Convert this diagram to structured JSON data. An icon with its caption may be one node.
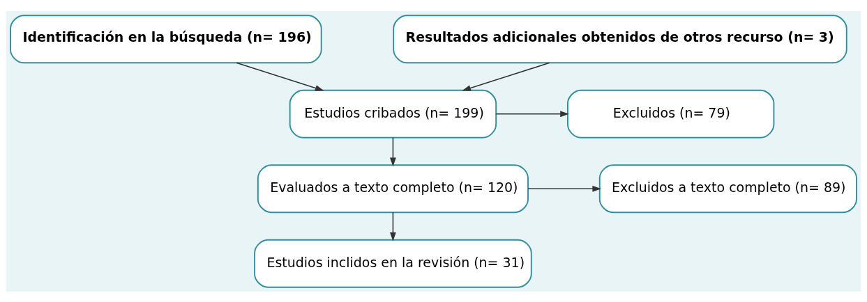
{
  "diagram": {
    "nodes": [
      {
        "text": [
          "Identificación en la búsqueda (n= 196)"
        ]
      },
      {
        "text": [
          "Resultados adicionales obtenidos de otros recurso (n= 3)"
        ]
      },
      {
        "text": [
          "Estudios cribados (n= 199)"
        ]
      },
      {
        "text": [
          "Excluidos (n= 79)"
        ]
      },
      {
        "text": [
          "Evaluados a texto completo (n= 120)"
        ]
      },
      {
        "text": [
          "Excluidos a texto completo (n= 89)"
        ]
      },
      {
        "text": [
          "Estudios inclidos en la revisión (n= 31)"
        ]
      }
    ],
    "edges": [
      {
        "from": 0,
        "to": 2,
        "arrow": "to"
      },
      {
        "from": 1,
        "to": 2,
        "arrow": "to"
      },
      {
        "from": 2,
        "to": 3,
        "arrow": "to"
      },
      {
        "from": 2,
        "to": 4,
        "arrow": "to"
      },
      {
        "from": 4,
        "to": 5,
        "arrow": "to"
      },
      {
        "from": 4,
        "to": 6,
        "arrow": "to"
      }
    ]
  }
}
